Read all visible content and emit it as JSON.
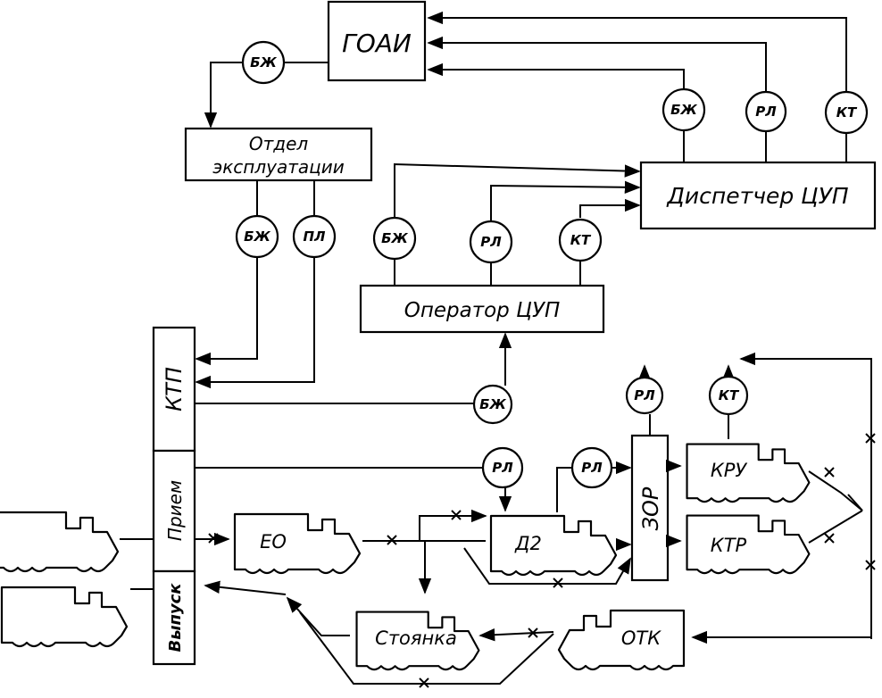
{
  "nodes": {
    "goai": "ГОАИ",
    "otdel_line1": "Отдел",
    "otdel_line2": "эксплуатации",
    "dispatcher": "Диспетчер ЦУП",
    "operator": "Оператор  ЦУП",
    "ktp": "КТП",
    "priem": "Прием",
    "vypusk": "Выпуск",
    "zor": "ЗОР",
    "eo": "ЕО",
    "d2": "Д2",
    "kru": "КРУ",
    "ktr": "КТР",
    "stoyanka": "Стоянка",
    "otk": "ОТК"
  },
  "docs": {
    "bzh": "БЖ",
    "rl": "РЛ",
    "kt": "КТ",
    "pl": "ПЛ"
  }
}
